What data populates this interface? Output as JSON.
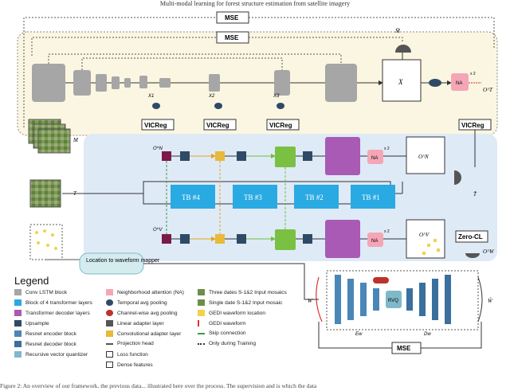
{
  "header": "Multi-modal learning for forest structure estimation from satellite imagery",
  "caption": "Figure 2: An overview of our framework. the previous data... illustrated here over the process. The supervision and is which the data",
  "labels": {
    "mse": "MSE",
    "vicreg": "VICReg",
    "na": "NA",
    "x2": "x 2",
    "tb1": "TB #1",
    "tb2": "TB #2",
    "tb3": "TB #3",
    "tb4": "TB #4",
    "zero_cl": "Zero-CL",
    "mapper": "Location to waveform mapper",
    "rvq": "RVQ",
    "m_hat": "M̂",
    "m": "M",
    "t": "T",
    "t_hat": "T̂",
    "w": "W",
    "w_hat": "Ŵ",
    "x": "X",
    "o_t": "O^T",
    "o_n": "O^N",
    "o_v": "O^V",
    "o_w": "O^W",
    "x1": "X1",
    "x2s": "X2",
    "x3": "X3",
    "e_w": "Ew",
    "d_w": "Dw"
  },
  "legend": {
    "title": "Legend",
    "items": [
      {
        "label": "Conv LSTM block",
        "color": "#a6a6a6"
      },
      {
        "label": "Block of 4 transformer layers",
        "color": "#2aaae2"
      },
      {
        "label": "Transformer decoder layers",
        "color": "#a85ab5"
      },
      {
        "label": "Upsample",
        "color": "#2e4a66"
      },
      {
        "label": "Resnet encoder block",
        "color": "#4a86b8"
      },
      {
        "label": "Resnet decoder block",
        "color": "#3a6f9e"
      },
      {
        "label": "Recursive vector quantizer",
        "color": "#7fb9c9"
      },
      {
        "label": "Neighborhood attention (NA)",
        "color": "#f4a6b6"
      },
      {
        "label": "Temporal avg pooling",
        "color": "#2e4a66"
      },
      {
        "label": "Channel-wise avg pooling",
        "color": "#c0312b"
      },
      {
        "label": "Linear adapter layer",
        "color": "#555555"
      },
      {
        "label": "Convolutional adapter layer",
        "color": "#e8b93a"
      },
      {
        "label": "Projection head",
        "color": "#555555"
      },
      {
        "label": "Loss function",
        "color": "#ffffff"
      },
      {
        "label": "Dense features",
        "color": "#ffffff"
      },
      {
        "label": "Three dates S-1&2 Input mosaics",
        "color": "#6b8f4a"
      },
      {
        "label": "Single date S-1&2 Input mosaic",
        "color": "#6b8f4a"
      },
      {
        "label": "GEDI waveform location",
        "color": "#f3d24a"
      },
      {
        "label": "GEDI waveform",
        "color": "#d33"
      },
      {
        "label": "Skip connection",
        "color": "#3a9c4a"
      },
      {
        "label": "Only during Training",
        "color": "#333333"
      }
    ]
  }
}
